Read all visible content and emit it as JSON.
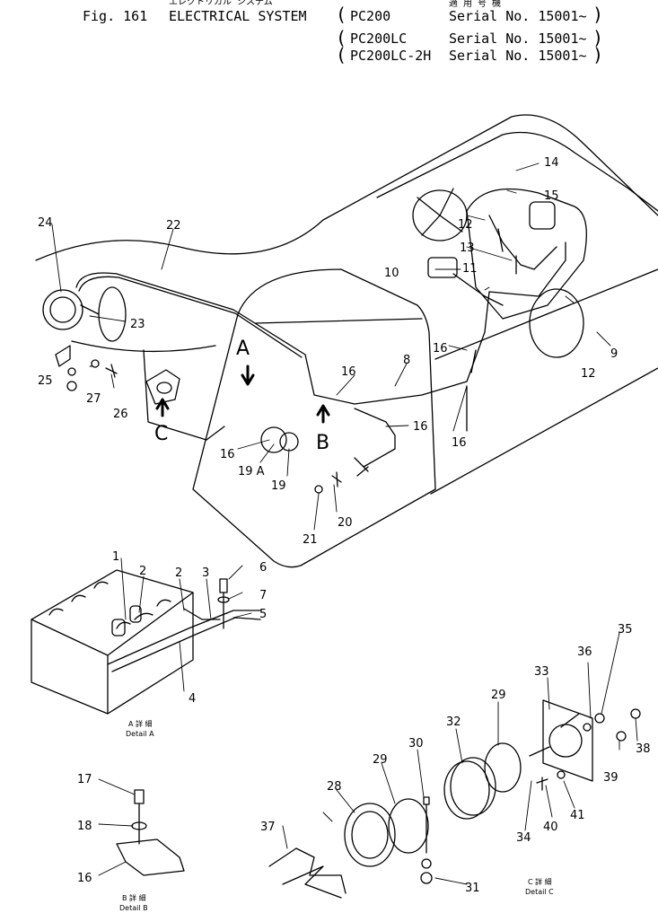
{
  "header": {
    "jp_title": "エレクトリカル システム",
    "fig_label": "Fig. 161",
    "title": "ELECTRICAL SYSTEM",
    "applicable_jp": "適 用 号 機",
    "models": [
      {
        "model": "PC200",
        "serial": "Serial No. 15001~"
      },
      {
        "model": "PC200LC",
        "serial": "Serial No. 15001~"
      },
      {
        "model": "PC200LC-2H",
        "serial": "Serial No. 15001~"
      }
    ]
  },
  "views": {
    "A": "A",
    "B": "B",
    "C": "C"
  },
  "details": {
    "a_jp": "A 詳 細",
    "a": "Detail A",
    "b_jp": "B 詳 細",
    "b": "Detail B",
    "c_jp": "C 詳 細",
    "c": "Detail C"
  },
  "parts": {
    "p1": "1",
    "p2a": "2",
    "p2b": "2",
    "p3": "3",
    "p4": "4",
    "p5": "5",
    "p6": "6",
    "p7": "7",
    "p8": "8",
    "p9": "9",
    "p10": "10",
    "p11": "11",
    "p12a": "12",
    "p12b": "12",
    "p13": "13",
    "p14": "14",
    "p15": "15",
    "p16a": "16",
    "p16b": "16",
    "p16c": "16",
    "p16d": "16",
    "p16e": "16",
    "p16f": "16",
    "p17": "17",
    "p18": "18",
    "p19a": "19 A",
    "p19": "19",
    "p20": "20",
    "p21": "21",
    "p22": "22",
    "p23": "23",
    "p24": "24",
    "p25": "25",
    "p26": "26",
    "p27": "27",
    "p28": "28",
    "p29a": "29",
    "p29b": "29",
    "p30": "30",
    "p31": "31",
    "p32": "32",
    "p33": "33",
    "p34": "34",
    "p35": "35",
    "p36": "36",
    "p37": "37",
    "p38": "38",
    "p39": "39",
    "p40": "40",
    "p41": "41"
  }
}
